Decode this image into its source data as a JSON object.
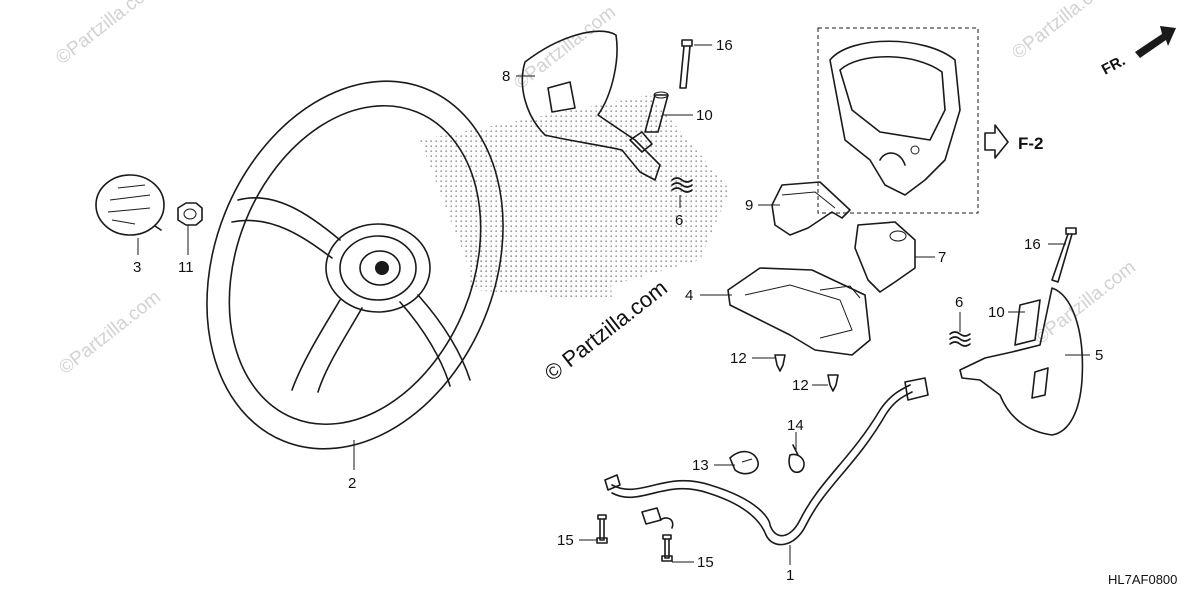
{
  "diagram": {
    "drawing_code": "HL7AF0800",
    "front_marker": "FR.",
    "reference_label": "F-2",
    "watermarks": [
      "©Partzilla.com",
      "© Partzilla.com"
    ],
    "callouts": [
      {
        "id": "1",
        "label": "1"
      },
      {
        "id": "2",
        "label": "2"
      },
      {
        "id": "3",
        "label": "3"
      },
      {
        "id": "4",
        "label": "4"
      },
      {
        "id": "5",
        "label": "5"
      },
      {
        "id": "6a",
        "label": "6"
      },
      {
        "id": "6b",
        "label": "6"
      },
      {
        "id": "7",
        "label": "7"
      },
      {
        "id": "8",
        "label": "8"
      },
      {
        "id": "9",
        "label": "9"
      },
      {
        "id": "10a",
        "label": "10"
      },
      {
        "id": "10b",
        "label": "10"
      },
      {
        "id": "11",
        "label": "11"
      },
      {
        "id": "12a",
        "label": "12"
      },
      {
        "id": "12b",
        "label": "12"
      },
      {
        "id": "13",
        "label": "13"
      },
      {
        "id": "14",
        "label": "14"
      },
      {
        "id": "15a",
        "label": "15"
      },
      {
        "id": "15b",
        "label": "15"
      },
      {
        "id": "16a",
        "label": "16"
      },
      {
        "id": "16b",
        "label": "16"
      }
    ]
  },
  "colors": {
    "line": "#1a1a1a",
    "watermark": "#d2d2d2",
    "background": "#ffffff"
  }
}
